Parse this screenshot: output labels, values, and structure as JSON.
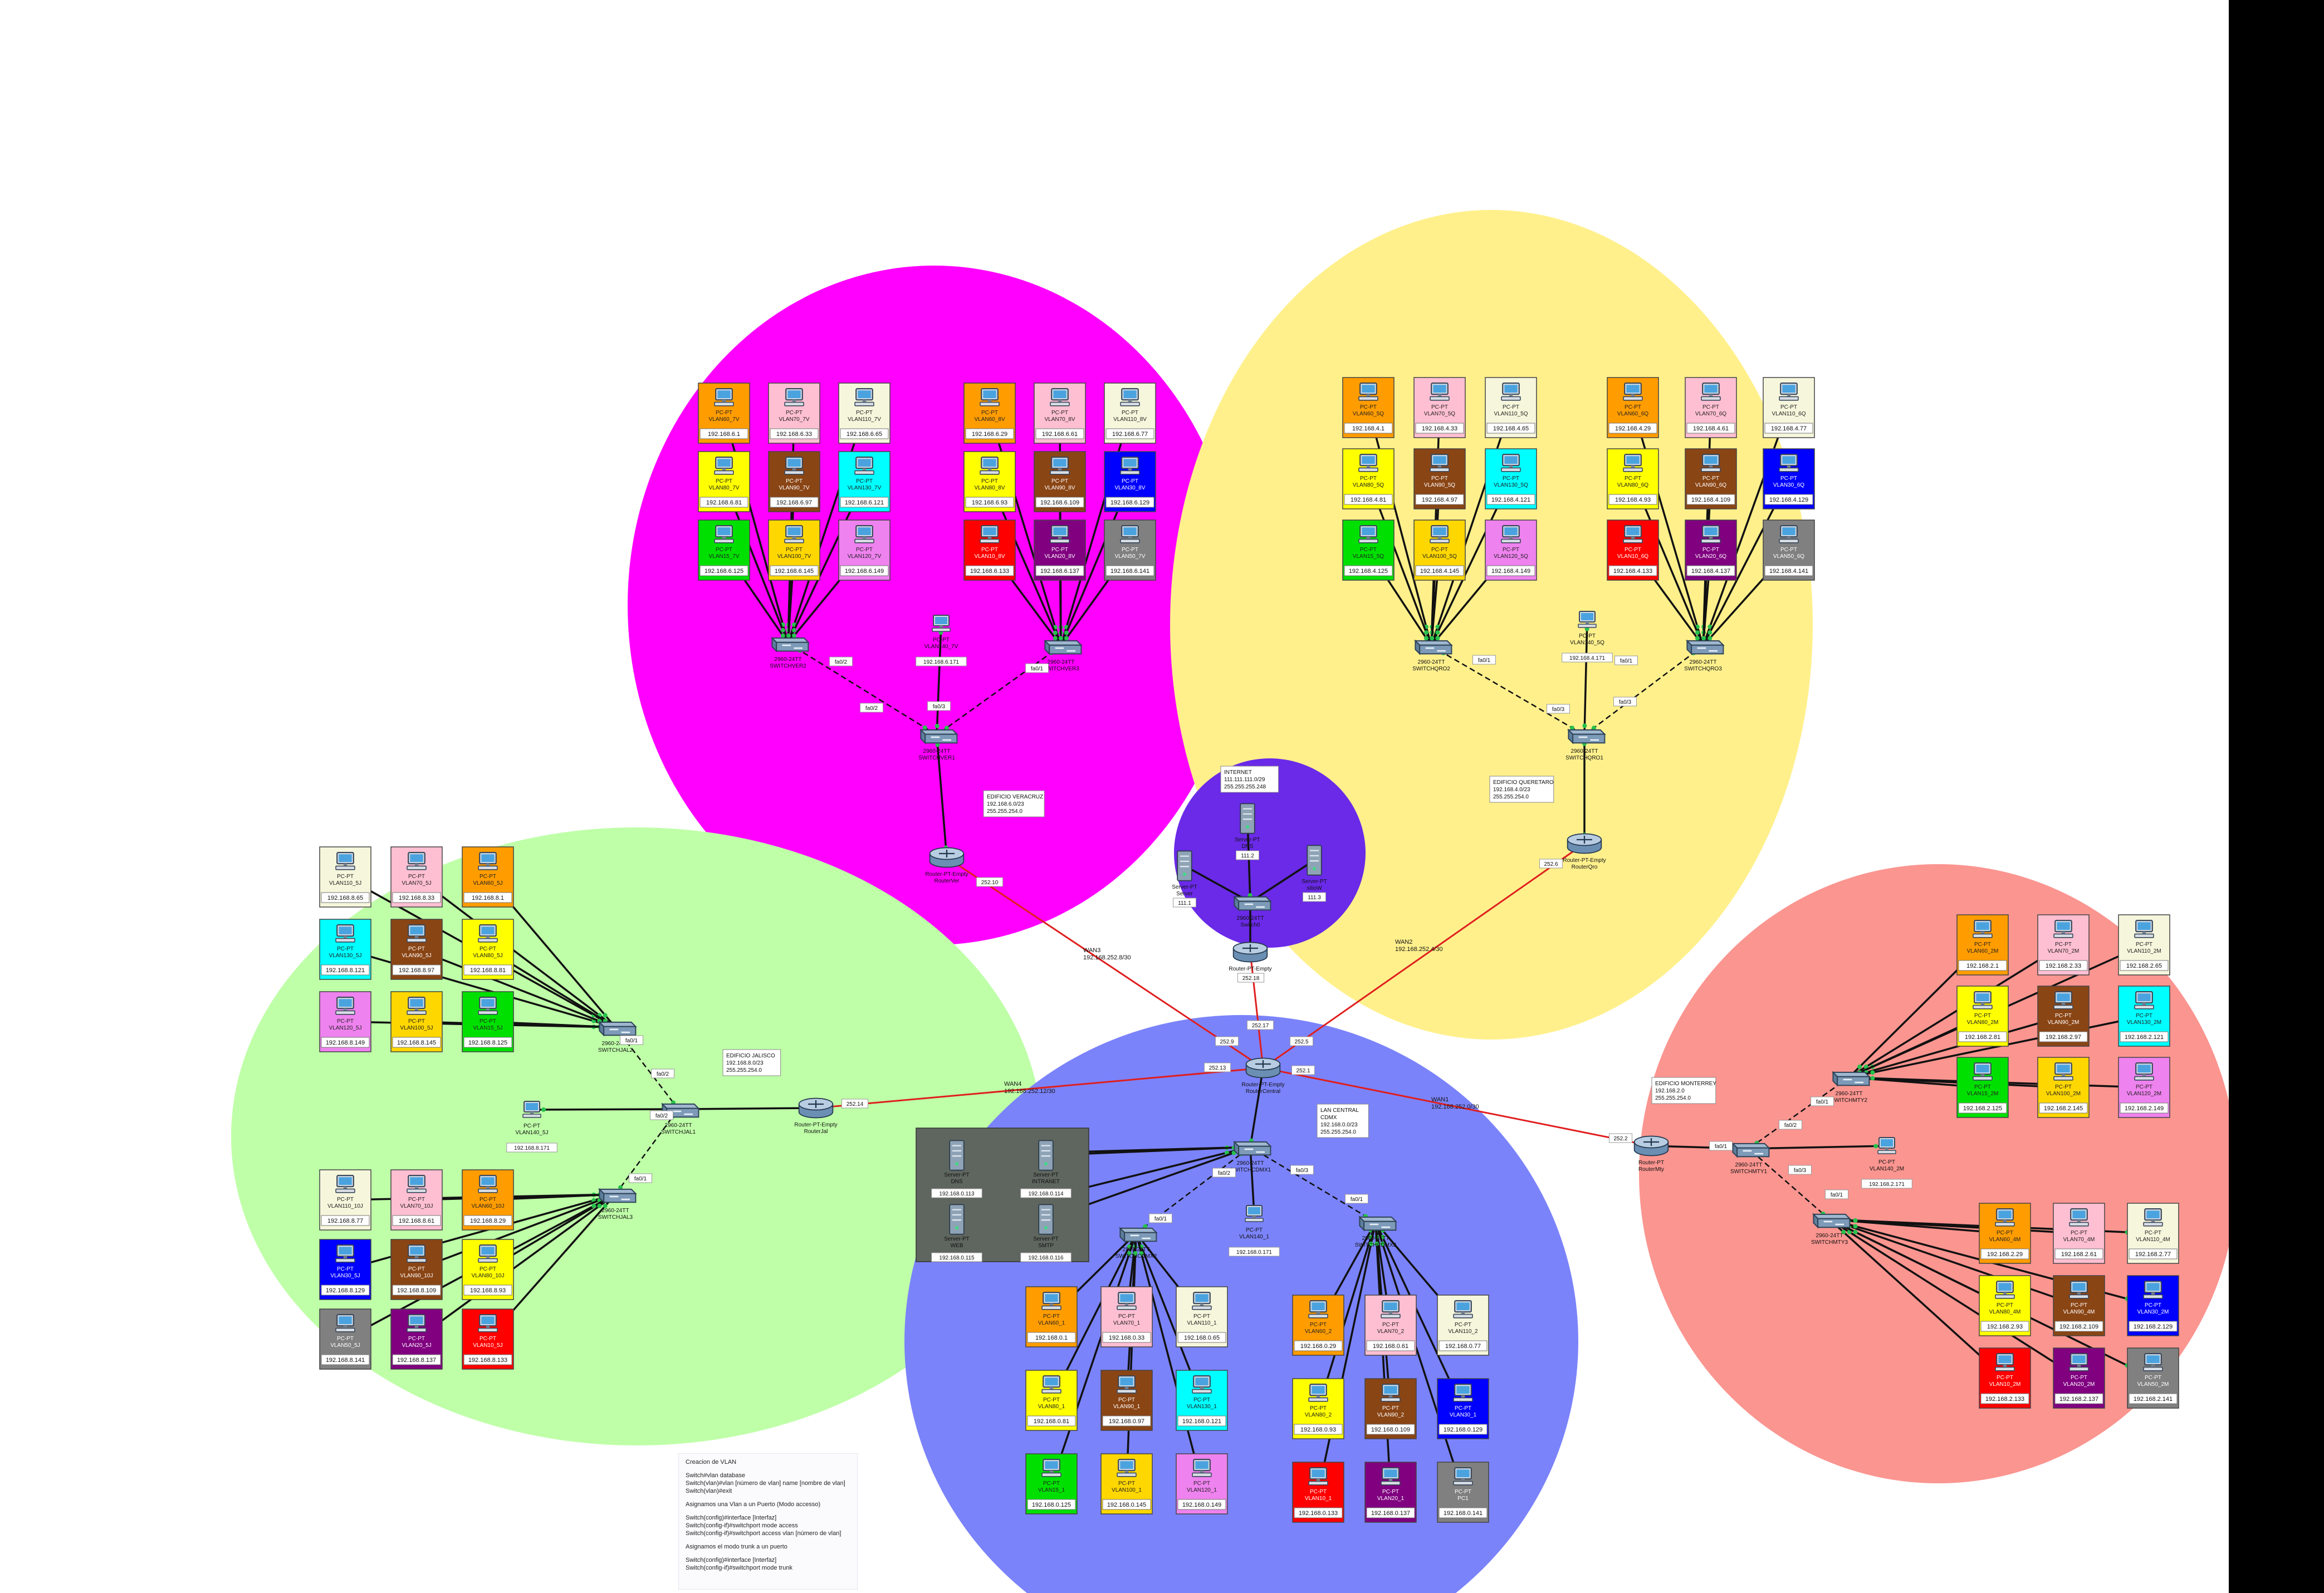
{
  "zones": [
    {
      "id": "veracruz",
      "color": "#ff00ff"
    },
    {
      "id": "queretaro",
      "color": "#fff08c"
    },
    {
      "id": "internet",
      "color": "#6a2ae8"
    },
    {
      "id": "jalisco",
      "color": "#bfffa8"
    },
    {
      "id": "monterrey",
      "color": "#fb9590"
    },
    {
      "id": "central",
      "color": "#7b83fa"
    }
  ],
  "labels": {
    "veracruz": [
      "EDIFICIO VERACRUZ",
      "192.168.6.0/23",
      "255.255.254.0"
    ],
    "queretaro": [
      "EDIFICIO QUERETARO",
      "192.168.4.0/23",
      "255.255.254.0"
    ],
    "jalisco": [
      "EDIFICIO JALISCO",
      "192.168.8.0/23",
      "255.255.254.0"
    ],
    "monterrey": [
      "EDIFICIO MONTERREY",
      "192.168.2.0",
      "255.255.254.0"
    ],
    "central": [
      "LAN CENTRAL",
      "CDMX",
      "192.168.0.0/23",
      "255.255.254.0"
    ],
    "internet": [
      "INTERNET",
      "111.111.111.0/29",
      "255.255.255.248"
    ]
  },
  "wans": [
    {
      "name": "WAN3",
      "net": "192.168.252.8/30"
    },
    {
      "name": "WAN2",
      "net": "192.168.252.4/30"
    },
    {
      "name": "WAN4",
      "net": "192.168.252.12/30"
    },
    {
      "name": "WAN1",
      "net": "192.168.252.0/30"
    }
  ],
  "ip_tags": {
    "r_vera": "252.10",
    "r_quer": "252.6",
    "r_jal": "252.14",
    "r_mty": "252.2",
    "r_inet": "252.18",
    "c9": "252.9",
    "c17": "252.17",
    "c5": "252.5",
    "c13": "252.13",
    "c1": "252.1"
  },
  "ports": [
    "fa0/1",
    "fa0/2",
    "fa0/3"
  ],
  "routers": {
    "central": [
      "Router-PT-Empty",
      "RouterCentral"
    ],
    "vera": [
      "Router-PT-Empty",
      "RouterVer"
    ],
    "quer": [
      "Router-PT-Empty",
      "RouterQro"
    ],
    "jal": [
      "Router-PT-Empty",
      "RouterJal"
    ],
    "mty": [
      "Router-PT",
      "RouterMty"
    ],
    "inet": [
      "Router-PT-Empty",
      "Router"
    ]
  },
  "switches": {
    "vera1": [
      "2960-24TT",
      "SWITCHVER1"
    ],
    "vera2": [
      "2960-24TT",
      "SWITCHVER2"
    ],
    "vera3": [
      "2960-24TT",
      "SWITCHVER3"
    ],
    "quer1": [
      "2960-24TT",
      "SWITCHQRO1"
    ],
    "quer2": [
      "2960-24TT",
      "SWITCHQRO2"
    ],
    "quer3": [
      "2960-24TT",
      "SWITCHQRO3"
    ],
    "jal1": [
      "2960-24TT",
      "SWITCHJAL1"
    ],
    "jal2": [
      "2960-24TT",
      "SWITCHJAL2"
    ],
    "jal3": [
      "2960-24TT",
      "SWITCHJAL3"
    ],
    "mty1": [
      "2960-24TT",
      "SWITCHMTY1"
    ],
    "mty2": [
      "2960-24TT",
      "SWITCHMTY2"
    ],
    "mty3": [
      "2960-24TT",
      "SWITCHMTY3"
    ],
    "cen1": [
      "2960-24TT",
      "SWITCHCDMX1"
    ],
    "cen2": [
      "2960-24TT",
      "SWITCHCDMX2"
    ],
    "cen3": [
      "2960-24TT",
      "SWITCHCDMX3"
    ],
    "inet": [
      "2960-24TT",
      "Switch0"
    ]
  },
  "vlan140": {
    "vera": [
      "PC-PT",
      "VLAN140_7V",
      "192.168.6.171"
    ],
    "quer": [
      "PC-PT",
      "VLAN140_5Q",
      "192.168.4.171"
    ],
    "jal": [
      "PC-PT",
      "VLAN140_5J",
      "192.168.8.171"
    ],
    "mty": [
      "PC-PT",
      "VLAN140_2M",
      "192.168.2.171"
    ],
    "cen": [
      "PC-PT",
      "VLAN140_1",
      "192.168.0.171"
    ]
  },
  "inet_servers": [
    {
      "name": [
        "Server-PT",
        "DNS"
      ],
      "ip": "111.2"
    },
    {
      "name": [
        "Server-PT",
        "Server"
      ],
      "ip": "111.1"
    },
    {
      "name": [
        "Server-PT",
        "sitioW"
      ],
      "ip": "111.3"
    }
  ],
  "central_servers": [
    {
      "name": [
        "Server-PT",
        "DNS"
      ],
      "ip": "192.168.0.113"
    },
    {
      "name": [
        "Server-PT",
        "INTRANET"
      ],
      "ip": "192.168.0.114"
    },
    {
      "name": [
        "Server-PT",
        "WEB"
      ],
      "ip": "192.168.0.115"
    },
    {
      "name": [
        "Server-PT",
        "SMTP"
      ],
      "ip": "192.168.0.116"
    }
  ],
  "pc_groups": {
    "vera_left": [
      {
        "l": "PC-PT",
        "n": "VLAN60_7V",
        "ip": "192.168.6.1",
        "c": "#ff9c00"
      },
      {
        "l": "PC-PT",
        "n": "VLAN70_7V",
        "ip": "192.168.6.33",
        "c": "#ffbfd2"
      },
      {
        "l": "PC-PT",
        "n": "VLAN110_7V",
        "ip": "192.168.6.65",
        "c": "#f6f6dc"
      },
      {
        "l": "PC-PT",
        "n": "VLAN80_7V",
        "ip": "192.168.6.81",
        "c": "#ffff00"
      },
      {
        "l": "PC-PT",
        "n": "VLAN90_7V",
        "ip": "192.168.6.97",
        "c": "#8a4515"
      },
      {
        "l": "PC-PT",
        "n": "VLAN130_7V",
        "ip": "192.168.6.121",
        "c": "#00ffff"
      },
      {
        "l": "PC-PT",
        "n": "VLAN15_7V",
        "ip": "192.168.6.125",
        "c": "#00e000"
      },
      {
        "l": "PC-PT",
        "n": "VLAN100_7V",
        "ip": "192.168.6.145",
        "c": "#ffd700"
      },
      {
        "l": "PC-PT",
        "n": "VLAN120_7V",
        "ip": "192.168.6.149",
        "c": "#ee82ee"
      }
    ],
    "vera_right": [
      {
        "l": "PC-PT",
        "n": "VLAN60_8V",
        "ip": "192.168.6.29",
        "c": "#ff9c00"
      },
      {
        "l": "PC-PT",
        "n": "VLAN70_8V",
        "ip": "192.168.6.61",
        "c": "#ffbfd2"
      },
      {
        "l": "PC-PT",
        "n": "VLAN110_8V",
        "ip": "192.168.6.77",
        "c": "#f6f6dc"
      },
      {
        "l": "PC-PT",
        "n": "VLAN80_8V",
        "ip": "192.168.6.93",
        "c": "#ffff00"
      },
      {
        "l": "PC-PT",
        "n": "VLAN90_8V",
        "ip": "192.168.6.109",
        "c": "#8a4515"
      },
      {
        "l": "PC-PT",
        "n": "VLAN30_8V",
        "ip": "192.168.6.129",
        "c": "#0000ff"
      },
      {
        "l": "PC-PT",
        "n": "VLAN10_8V",
        "ip": "192.168.6.133",
        "c": "#ff0000"
      },
      {
        "l": "PC-PT",
        "n": "VLAN20_8V",
        "ip": "192.168.6.137",
        "c": "#800080"
      },
      {
        "l": "PC-PT",
        "n": "VLAN50_7V",
        "ip": "192.168.6.141",
        "c": "#808080"
      }
    ],
    "quer_left": [
      {
        "l": "PC-PT",
        "n": "VLAN60_5Q",
        "ip": "192.168.4.1",
        "c": "#ff9c00"
      },
      {
        "l": "PC-PT",
        "n": "VLAN70_5Q",
        "ip": "192.168.4.33",
        "c": "#ffbfd2"
      },
      {
        "l": "PC-PT",
        "n": "VLAN110_5Q",
        "ip": "192.168.4.65",
        "c": "#f6f6dc"
      },
      {
        "l": "PC-PT",
        "n": "VLAN80_5Q",
        "ip": "192.168.4.81",
        "c": "#ffff00"
      },
      {
        "l": "PC-PT",
        "n": "VLAN90_5Q",
        "ip": "192.168.4.97",
        "c": "#8a4515"
      },
      {
        "l": "PC-PT",
        "n": "VLAN130_5Q",
        "ip": "192.168.4.121",
        "c": "#00ffff"
      },
      {
        "l": "PC-PT",
        "n": "VLAN15_5Q",
        "ip": "192.168.4.125",
        "c": "#00e000"
      },
      {
        "l": "PC-PT",
        "n": "VLAN100_5Q",
        "ip": "192.168.4.145",
        "c": "#ffd700"
      },
      {
        "l": "PC-PT",
        "n": "VLAN120_5Q",
        "ip": "192.168.4.149",
        "c": "#ee82ee"
      }
    ],
    "quer_right": [
      {
        "l": "PC-PT",
        "n": "VLAN60_6Q",
        "ip": "192.168.4.29",
        "c": "#ff9c00"
      },
      {
        "l": "PC-PT",
        "n": "VLAN70_6Q",
        "ip": "192.168.4.61",
        "c": "#ffbfd2"
      },
      {
        "l": "PC-PT",
        "n": "VLAN110_6Q",
        "ip": "192.168.4.77",
        "c": "#f6f6dc"
      },
      {
        "l": "PC-PT",
        "n": "VLAN80_6Q",
        "ip": "192.168.4.93",
        "c": "#ffff00"
      },
      {
        "l": "PC-PT",
        "n": "VLAN90_6Q",
        "ip": "192.168.4.109",
        "c": "#8a4515"
      },
      {
        "l": "PC-PT",
        "n": "VLAN30_6Q",
        "ip": "192.168.4.129",
        "c": "#0000ff"
      },
      {
        "l": "PC-PT",
        "n": "VLAN10_6Q",
        "ip": "192.168.4.133",
        "c": "#ff0000"
      },
      {
        "l": "PC-PT",
        "n": "VLAN20_6Q",
        "ip": "192.168.4.137",
        "c": "#800080"
      },
      {
        "l": "PC-PT",
        "n": "VLAN50_6Q",
        "ip": "192.168.4.141",
        "c": "#808080"
      }
    ],
    "jal_top": [
      {
        "l": "PC-PT",
        "n": "VLAN110_5J",
        "ip": "192.168.8.65",
        "c": "#f6f6dc"
      },
      {
        "l": "PC-PT",
        "n": "VLAN70_5J",
        "ip": "192.168.8.33",
        "c": "#ffbfd2"
      },
      {
        "l": "PC-PT",
        "n": "VLAN60_5J",
        "ip": "192.168.8.1",
        "c": "#ff9c00"
      },
      {
        "l": "PC-PT",
        "n": "VLAN130_5J",
        "ip": "192.168.8.121",
        "c": "#00ffff"
      },
      {
        "l": "PC-PT",
        "n": "VLAN90_5J",
        "ip": "192.168.8.97",
        "c": "#8a4515"
      },
      {
        "l": "PC-PT",
        "n": "VLAN80_5J",
        "ip": "192.168.8.81",
        "c": "#ffff00"
      },
      {
        "l": "PC-PT",
        "n": "VLAN120_5J",
        "ip": "192.168.8.149",
        "c": "#ee82ee"
      },
      {
        "l": "PC-PT",
        "n": "VLAN100_5J",
        "ip": "192.168.8.145",
        "c": "#ffd700"
      },
      {
        "l": "PC-PT",
        "n": "VLAN15_5J",
        "ip": "192.168.8.125",
        "c": "#00e000"
      }
    ],
    "jal_bottom": [
      {
        "l": "PC-PT",
        "n": "VLAN110_10J",
        "ip": "192.168.8.77",
        "c": "#f6f6dc"
      },
      {
        "l": "PC-PT",
        "n": "VLAN70_10J",
        "ip": "192.168.8.61",
        "c": "#ffbfd2"
      },
      {
        "l": "PC-PT",
        "n": "VLAN60_10J",
        "ip": "192.168.8.29",
        "c": "#ff9c00"
      },
      {
        "l": "PC-PT",
        "n": "VLAN30_5J",
        "ip": "192.168.8.129",
        "c": "#0000ff"
      },
      {
        "l": "PC-PT",
        "n": "VLAN90_10J",
        "ip": "192.168.8.109",
        "c": "#8a4515"
      },
      {
        "l": "PC-PT",
        "n": "VLAN80_10J",
        "ip": "192.168.8.93",
        "c": "#ffff00"
      },
      {
        "l": "PC-PT",
        "n": "VLAN50_5J",
        "ip": "192.168.8.141",
        "c": "#808080"
      },
      {
        "l": "PC-PT",
        "n": "VLAN20_5J",
        "ip": "192.168.8.137",
        "c": "#800080"
      },
      {
        "l": "PC-PT",
        "n": "VLAN10_5J",
        "ip": "192.168.8.133",
        "c": "#ff0000"
      }
    ],
    "mty_top": [
      {
        "l": "PC-PT",
        "n": "VLAN60_2M",
        "ip": "192.168.2.1",
        "c": "#ff9c00"
      },
      {
        "l": "PC-PT",
        "n": "VLAN70_2M",
        "ip": "192.168.2.33",
        "c": "#ffbfd2"
      },
      {
        "l": "PC-PT",
        "n": "VLAN110_2M",
        "ip": "192.168.2.65",
        "c": "#f6f6dc"
      },
      {
        "l": "PC-PT",
        "n": "VLAN80_2M",
        "ip": "192.168.2.81",
        "c": "#ffff00"
      },
      {
        "l": "PC-PT",
        "n": "VLAN90_2M",
        "ip": "192.168.2.97",
        "c": "#8a4515"
      },
      {
        "l": "PC-PT",
        "n": "VLAN130_2M",
        "ip": "192.168.2.121",
        "c": "#00ffff"
      },
      {
        "l": "PC-PT",
        "n": "VLAN15_2M",
        "ip": "192.168.2.125",
        "c": "#00e000"
      },
      {
        "l": "PC-PT",
        "n": "VLAN100_2M",
        "ip": "192.168.2.145",
        "c": "#ffd700"
      },
      {
        "l": "PC-PT",
        "n": "VLAN120_2M",
        "ip": "192.168.2.149",
        "c": "#ee82ee"
      }
    ],
    "mty_bottom": [
      {
        "l": "PC-PT",
        "n": "VLAN60_4M",
        "ip": "192.168.2.29",
        "c": "#ff9c00"
      },
      {
        "l": "PC-PT",
        "n": "VLAN70_4M",
        "ip": "192.168.2.61",
        "c": "#ffbfd2"
      },
      {
        "l": "PC-PT",
        "n": "VLAN110_4M",
        "ip": "192.168.2.77",
        "c": "#f6f6dc"
      },
      {
        "l": "PC-PT",
        "n": "VLAN80_4M",
        "ip": "192.168.2.93",
        "c": "#ffff00"
      },
      {
        "l": "PC-PT",
        "n": "VLAN90_4M",
        "ip": "192.168.2.109",
        "c": "#8a4515"
      },
      {
        "l": "PC-PT",
        "n": "VLAN30_2M",
        "ip": "192.168.2.129",
        "c": "#0000ff"
      },
      {
        "l": "PC-PT",
        "n": "VLAN10_2M",
        "ip": "192.168.2.133",
        "c": "#ff0000"
      },
      {
        "l": "PC-PT",
        "n": "VLAN20_2M",
        "ip": "192.168.2.137",
        "c": "#800080"
      },
      {
        "l": "PC-PT",
        "n": "VLAN50_2M",
        "ip": "192.168.2.141",
        "c": "#808080"
      }
    ],
    "cen_left": [
      {
        "l": "PC-PT",
        "n": "VLAN60_1",
        "ip": "192.168.0.1",
        "c": "#ff9c00"
      },
      {
        "l": "PC-PT",
        "n": "VLAN70_1",
        "ip": "192.168.0.33",
        "c": "#ffbfd2"
      },
      {
        "l": "PC-PT",
        "n": "VLAN110_1",
        "ip": "192.168.0.65",
        "c": "#f6f6dc"
      },
      {
        "l": "PC-PT",
        "n": "VLAN80_1",
        "ip": "192.168.0.81",
        "c": "#ffff00"
      },
      {
        "l": "PC-PT",
        "n": "VLAN90_1",
        "ip": "192.168.0.97",
        "c": "#8a4515"
      },
      {
        "l": "PC-PT",
        "n": "VLAN130_1",
        "ip": "192.168.0.121",
        "c": "#00ffff"
      },
      {
        "l": "PC-PT",
        "n": "VLAN15_1",
        "ip": "192.168.0.125",
        "c": "#00e000"
      },
      {
        "l": "PC-PT",
        "n": "VLAN100_1",
        "ip": "192.168.0.145",
        "c": "#ffd700"
      },
      {
        "l": "PC-PT",
        "n": "VLAN120_1",
        "ip": "192.168.0.149",
        "c": "#ee82ee"
      }
    ],
    "cen_right": [
      {
        "l": "PC-PT",
        "n": "VLAN60_2",
        "ip": "192.168.0.29",
        "c": "#ff9c00"
      },
      {
        "l": "PC-PT",
        "n": "VLAN70_2",
        "ip": "192.168.0.61",
        "c": "#ffbfd2"
      },
      {
        "l": "PC-PT",
        "n": "VLAN110_2",
        "ip": "192.168.0.77",
        "c": "#f6f6dc"
      },
      {
        "l": "PC-PT",
        "n": "VLAN80_2",
        "ip": "192.168.0.93",
        "c": "#ffff00"
      },
      {
        "l": "PC-PT",
        "n": "VLAN90_2",
        "ip": "192.168.0.109",
        "c": "#8a4515"
      },
      {
        "l": "PC-PT",
        "n": "VLAN30_1",
        "ip": "192.168.0.129",
        "c": "#0000ff"
      },
      {
        "l": "PC-PT",
        "n": "VLAN10_1",
        "ip": "192.168.0.133",
        "c": "#ff0000"
      },
      {
        "l": "PC-PT",
        "n": "VLAN20_1",
        "ip": "192.168.0.137",
        "c": "#800080"
      },
      {
        "l": "PC-PT",
        "n": "PC1",
        "ip": "192.168.0.141",
        "c": "#808080"
      }
    ]
  },
  "notes": [
    "Creacion de VLAN",
    "",
    "Switch#vlan database",
    "Switch(vlan)#vlan [número de vlan] name [nombre de vlan]",
    "Switch(vlan)#exit",
    "",
    "Asignamos una Vlan a un Puerto (Modo accesso)",
    "",
    "Switch(config)#interface [Interfaz]",
    "Switch(config-if)#switchport mode access",
    "Switch(config-if)#switchport access vlan [número de vlan]",
    "",
    "Asignamos el modo trunk a un puerto",
    "",
    "Switch(config)#interface [Interfaz]",
    "Switch(config-if)#switchport mode trunk"
  ]
}
